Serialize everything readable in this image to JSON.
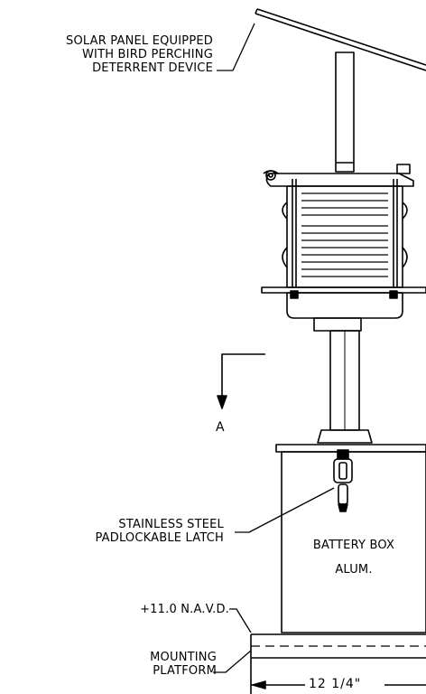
{
  "callouts": {
    "solar_panel": [
      "SOLAR PANEL EQUIPPED",
      "WITH BIRD PERCHING",
      "DETERRENT DEVICE"
    ],
    "latch": [
      "STAINLESS STEEL",
      "PADLOCKABLE LATCH"
    ],
    "elevation": "+11.0 N.A.V.D.",
    "platform": [
      "MOUNTING",
      "PLATFORM"
    ]
  },
  "battery_box": [
    "BATTERY BOX",
    "ALUM."
  ],
  "section_marker": "A",
  "dimension": "12 1/4\""
}
